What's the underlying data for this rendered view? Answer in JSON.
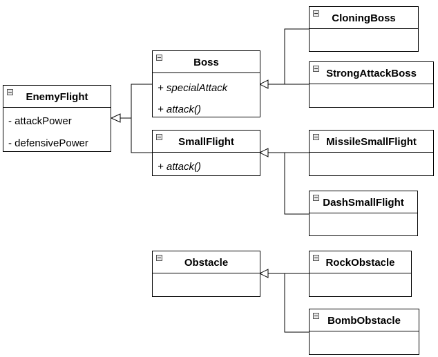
{
  "classes": {
    "enemy_flight": {
      "name": "EnemyFlight",
      "attrs": [
        "- attackPower",
        "- defensivePower"
      ]
    },
    "boss": {
      "name": "Boss",
      "ops": [
        "+ specialAttack",
        "+ attack()"
      ]
    },
    "small_flight": {
      "name": "SmallFlight",
      "ops": [
        "+ attack()"
      ]
    },
    "cloning_boss": {
      "name": "CloningBoss"
    },
    "strong_attack_boss": {
      "name": "StrongAttackBoss"
    },
    "missile_small_flight": {
      "name": "MissileSmallFlight"
    },
    "dash_small_flight": {
      "name": "DashSmallFlight"
    },
    "obstacle": {
      "name": "Obstacle"
    },
    "rock_obstacle": {
      "name": "RockObstacle"
    },
    "bomb_obstacle": {
      "name": "BombObstacle"
    }
  },
  "colors": {
    "line": "#000000",
    "box_border": "#000000",
    "background": "#ffffff"
  }
}
